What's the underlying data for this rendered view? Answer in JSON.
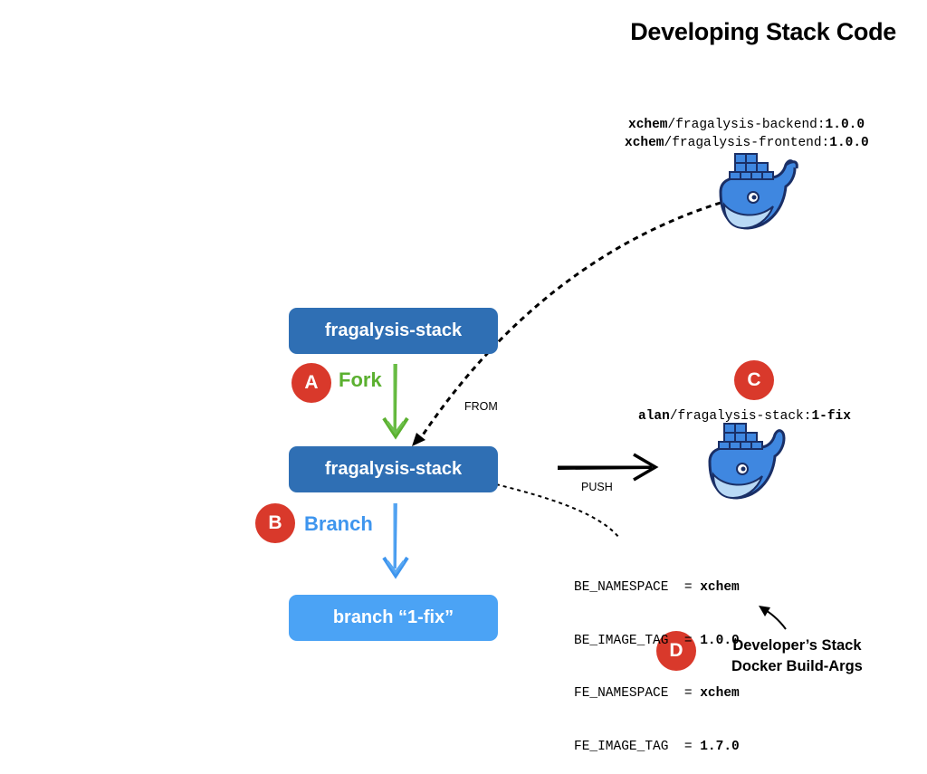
{
  "title": "Developing Stack Code",
  "top_image": {
    "line1": {
      "namespace": "xchem",
      "repo": "/fragalysis-backend:",
      "tag": "1.0.0"
    },
    "line2": {
      "namespace": "xchem",
      "repo": "/fragalysis-frontend:",
      "tag": "1.0.0"
    }
  },
  "boxes": {
    "upstream": "fragalysis-stack",
    "fork": "fragalysis-stack",
    "branch": "branch “1-fix”"
  },
  "steps": {
    "a": {
      "badge": "A",
      "label": "Fork",
      "color": "#5bb030"
    },
    "b": {
      "badge": "B",
      "label": "Branch",
      "color": "#3e95ee"
    },
    "c": {
      "badge": "C"
    },
    "d": {
      "badge": "D"
    }
  },
  "from_label": "FROM",
  "push_label": "PUSH",
  "pushed_image": {
    "namespace": "alan",
    "repo": "/fragalysis-stack:",
    "tag": "1-fix"
  },
  "build_args": [
    {
      "name": "BE_NAMESPACE ",
      "eq": " = ",
      "value": "xchem"
    },
    {
      "name": "BE_IMAGE_TAG ",
      "eq": " = ",
      "value": "1.0.0"
    },
    {
      "name": "FE_NAMESPACE ",
      "eq": " = ",
      "value": "xchem"
    },
    {
      "name": "FE_IMAGE_TAG ",
      "eq": " = ",
      "value": "1.7.0"
    }
  ],
  "note": {
    "line1": "Developer’s Stack",
    "line2": "Docker Build-Args"
  },
  "colors": {
    "accent_box": "#2f6fb4",
    "branch_box": "#4ba3f5",
    "badge": "#d9392b",
    "whale": "#3f87e0"
  }
}
